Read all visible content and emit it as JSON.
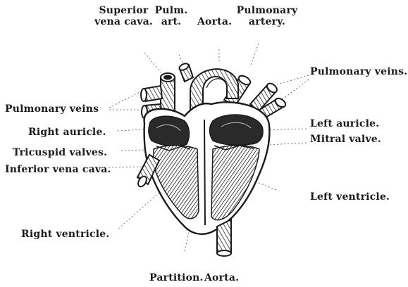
{
  "labels": {
    "superior_vena_cava_1": "Superior",
    "superior_vena_cava_2": "vena cava.",
    "pulm_art_1": "Pulm.",
    "pulm_art_2": "art.",
    "aorta_top": "Aorta.",
    "pulmonary_artery_1": "Pulmonary",
    "pulmonary_artery_2": "artery.",
    "pulmonary_veins_right": "Pulmonary veins.",
    "pulmonary_veins_left": "Pulmonary veins",
    "left_auricle": "Left auricle.",
    "right_auricle": "Right auricle.",
    "mitral_valve": "Mitral valve.",
    "tricuspid_valves": "Tricuspid valves.",
    "inferior_vena_cava": "Inferior vena cava.",
    "left_ventricle": "Left ventricle.",
    "right_ventricle": "Right ventricle.",
    "partition": "Partition.",
    "aorta_bottom": "Aorta."
  },
  "colors": {
    "ink": "#1a1a1a",
    "chamber_dark": "#2a2a2a",
    "paper": "#ffffff"
  }
}
